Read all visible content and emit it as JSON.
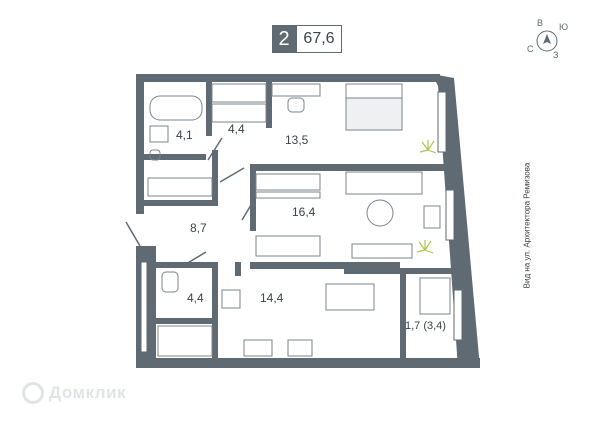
{
  "header": {
    "rooms": "2",
    "total_area": "67,6"
  },
  "compass": {
    "north": "С",
    "east": "В",
    "south": "Ю",
    "west": "З"
  },
  "view_label": "Вид на ул. Архитектора Ремизова",
  "rooms": [
    {
      "id": "bathroom",
      "area": "4,1"
    },
    {
      "id": "wardrobe",
      "area": "4,4"
    },
    {
      "id": "bedroom",
      "area": "13,5"
    },
    {
      "id": "hall",
      "area": "8,7"
    },
    {
      "id": "living",
      "area": "16,4"
    },
    {
      "id": "wc",
      "area": "4,4"
    },
    {
      "id": "kitchen",
      "area": "14,4"
    },
    {
      "id": "balcony",
      "area": "1,7 (3,4)"
    }
  ],
  "watermark": "Домклик",
  "colors": {
    "wall": "#5f6a73",
    "furniture": "#7a848c",
    "accent": "#a9c64f"
  }
}
